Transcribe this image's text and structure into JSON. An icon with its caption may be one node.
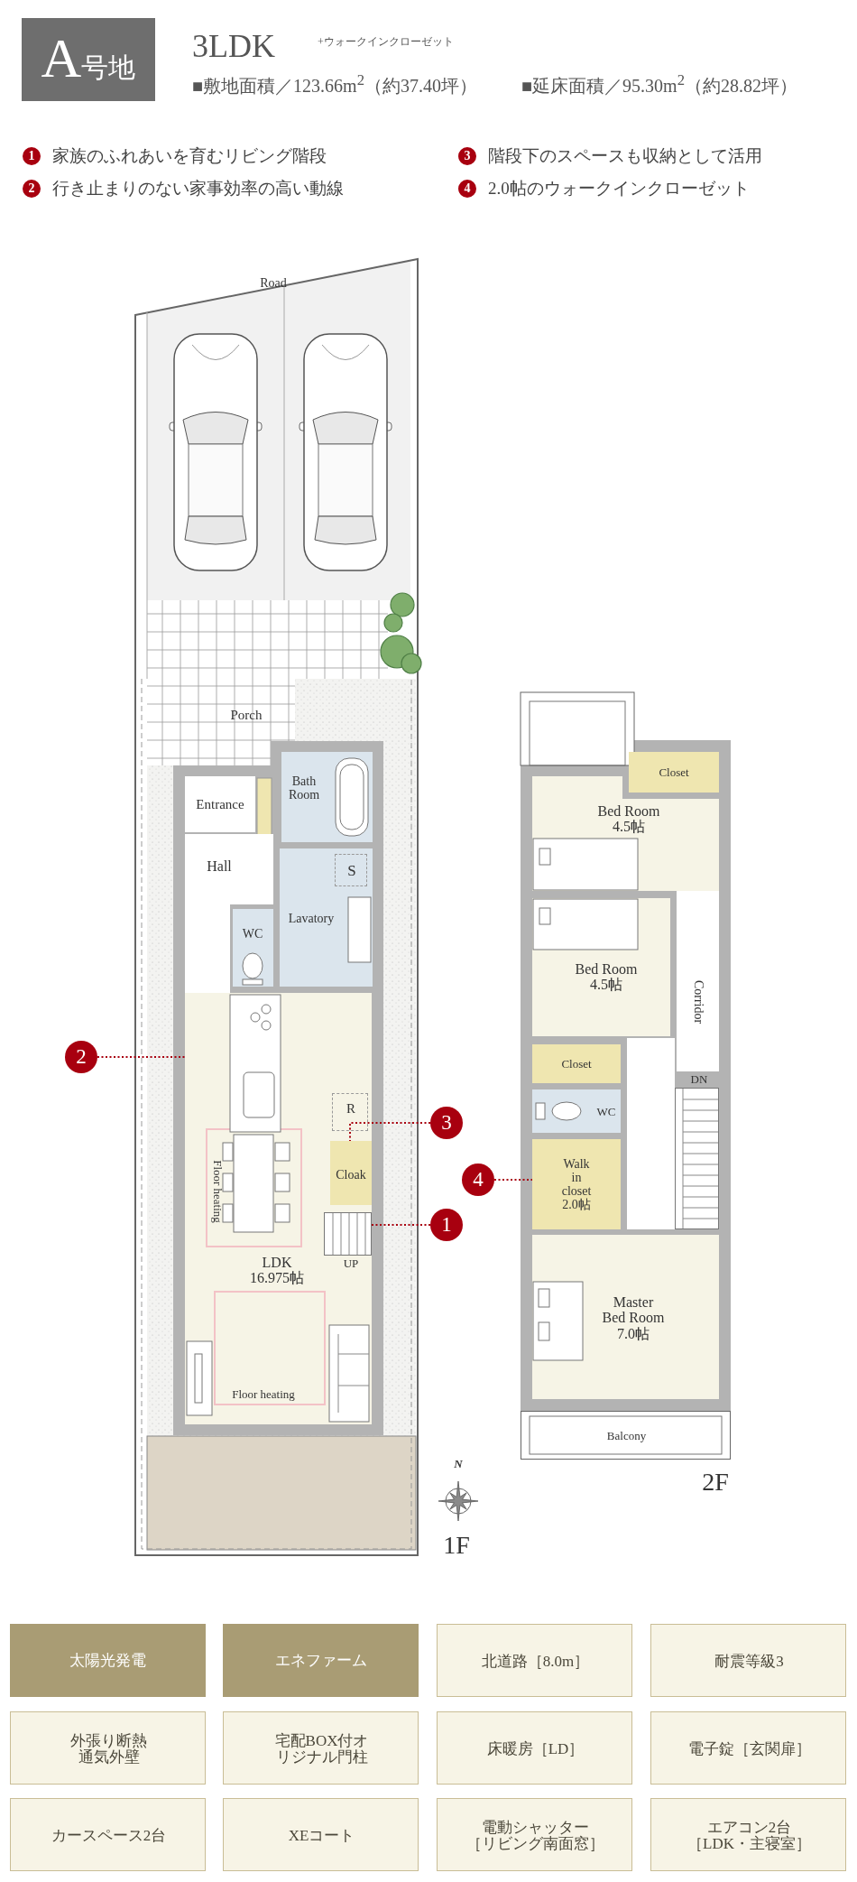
{
  "diagram": {
    "nodes": [
      {
        "text": [
          "A号地"
        ]
      },
      {
        "text": [
          "1"
        ],
        "beside": [
          "家族のふれあいを育むリビング階段"
        ]
      },
      {
        "text": [
          "3"
        ],
        "beside": [
          "階段下のスペースも収納として活用"
        ]
      },
      {
        "text": [
          "2"
        ],
        "beside": [
          "行き止まりのない家事効率の高い動線"
        ]
      },
      {
        "text": [
          "4"
        ],
        "beside": [
          "2.0帖のウォークインクローゼット"
        ]
      },
      {
        "text": [
          "Porch"
        ]
      },
      {
        "text": [
          "Bath Room"
        ]
      },
      {
        "text": [
          "Entrance"
        ]
      },
      {
        "text": [
          "Hall"
        ]
      },
      {
        "text": [
          "Lavatory"
        ]
      },
      {
        "text": [
          "S"
        ],
        "in": 9
      },
      {
        "text": [
          "WC"
        ]
      },
      {
        "text": [
          "LDK 16.975帖"
        ]
      },
      {
        "text": [
          "Floor heating"
        ],
        "in": 12
      },
      {
        "text": [
          "R"
        ],
        "in": 12
      },
      {
        "text": [
          "Cloak"
        ],
        "in": 12
      },
      {
        "text": [],
        "shape": "stairs",
        "in": 12
      },
      {
        "text": [
          "Floor heating"
        ],
        "in": 12
      },
      {
        "text": [
          "Closet"
        ]
      },
      {
        "text": [
          "Bed Room 4.5帖"
        ]
      },
      {
        "text": [
          "Bed Room 4.5帖"
        ]
      },
      {
        "text": [
          "Corridor"
        ]
      },
      {
        "text": [
          "Closet"
        ]
      },
      {
        "text": [
          "WC"
        ]
      },
      {
        "text": [],
        "shape": "stairs"
      },
      {
        "text": [
          "Walk in closet 2.0帖"
        ]
      },
      {
        "text": [
          "Master Bed Room 7.0帖"
        ]
      },
      {
        "text": [
          "Balcony"
        ]
      },
      {
        "text": [
          "2"
        ]
      },
      {
        "text": [
          "3"
        ]
      },
      {
        "text": [
          "4"
        ]
      },
      {
        "text": [
          "1"
        ]
      },
      {
        "text": [
          "太陽光発電"
        ]
      },
      {
        "text": [
          "エネファーム"
        ]
      },
      {
        "text": [
          "北道路［8.0m］"
        ]
      },
      {
        "text": [
          "耐震等級3"
        ]
      },
      {
        "text": [
          "外張り断熱通気外壁"
        ]
      },
      {
        "text": [
          "宅配BOX付オリジナル門柱"
        ]
      },
      {
        "text": [
          "床暖房［LD］"
        ]
      },
      {
        "text": [
          "電子錠［玄関扉］"
        ]
      },
      {
        "text": [
          "カースペース2台"
        ]
      },
      {
        "text": [
          "XEコート"
        ]
      },
      {
        "text": [
          "電動シャッター［リビング南面窓］"
        ]
      },
      {
        "text": [
          "エアコン2台［LDK・主寝室］"
        ]
      }
    ],
    "edges": [
      {
        "from": 28,
        "to": 12,
        "arrow": "none"
      },
      {
        "from": 29,
        "to": 15,
        "arrow": "none"
      },
      {
        "from": 30,
        "to": 25,
        "arrow": "none"
      },
      {
        "from": 31,
        "to": 16,
        "arrow": "none"
      }
    ],
    "labels": [
      "3LDK",
      "+ウォークインクローゼット",
      "■敷地面積／123.66m$^{2}$（約37.40坪）",
      "■延床面積／95.30m$^{2}$（約28.82坪）",
      "Road",
      "UP",
      "DN",
      "N",
      "1F",
      "2F"
    ]
  }
}
